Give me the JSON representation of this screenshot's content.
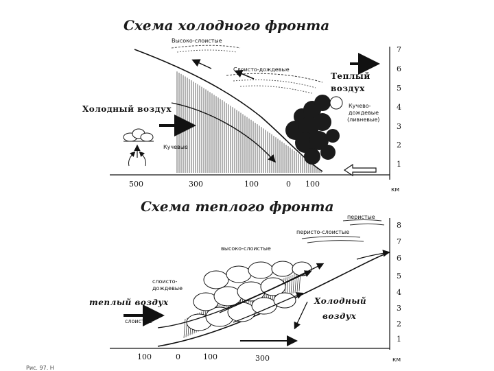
{
  "cold_front": {
    "title": "Схема холодного фронта",
    "labels": {
      "altostratus": "Высоко-слоистые",
      "nimbostratus": "Слоисто-дождевые",
      "cumulonimbus_1": "Кучево-",
      "cumulonimbus_2": "дождевые",
      "cumulonimbus_3": "(ливневые)",
      "cumulus": "Кучевые",
      "warm_air_1": "Теплый",
      "warm_air_2": "воздух",
      "cold_air": "Холодный воздух"
    },
    "altitude_ticks": [
      "7",
      "6",
      "5",
      "4",
      "3",
      "2",
      "1"
    ],
    "distance_ticks": [
      "500",
      "300",
      "100",
      "0",
      "100"
    ],
    "unit": "км"
  },
  "warm_front": {
    "title": "Схема теплого фронта",
    "labels": {
      "cirrus": "перистые",
      "cirrostratus": "перисто-слоистые",
      "altostratus": "высоко-слоистые",
      "nimbostratus_1": "слоисто-",
      "nimbostratus_2": "дождевые",
      "warm_air": "теплый воздух",
      "stratus": "слоистые",
      "cold_air_1": "Холодный",
      "cold_air_2": "воздух"
    },
    "altitude_ticks": [
      "8",
      "7",
      "6",
      "5",
      "4",
      "3",
      "2",
      "1"
    ],
    "distance_ticks": [
      "100",
      "0",
      "100",
      "300"
    ],
    "unit": "км"
  },
  "caption": "Рис. 97. Н"
}
